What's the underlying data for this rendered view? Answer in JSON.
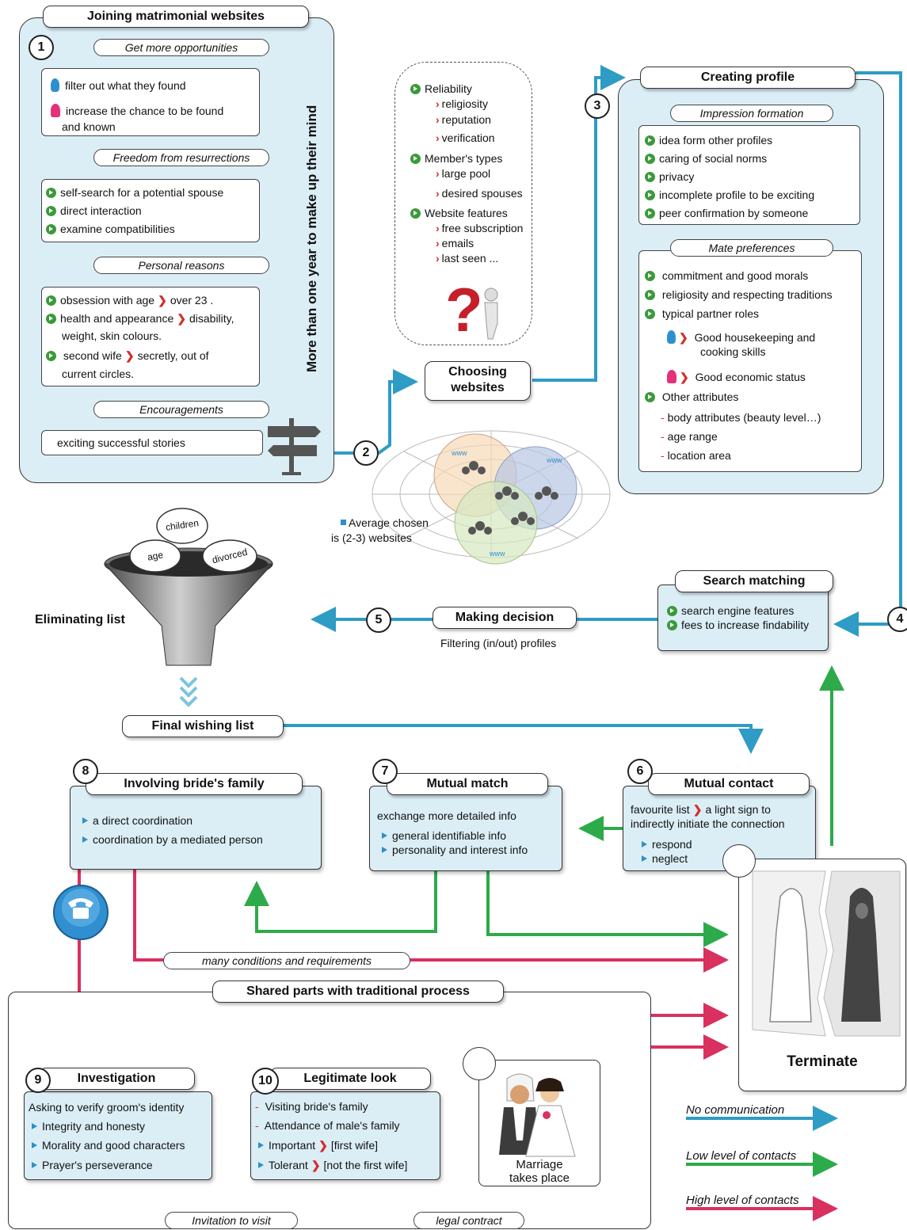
{
  "colors": {
    "no_communication": "#2e9cc4",
    "low_contacts": "#2daa4a",
    "high_contacts": "#d9305f",
    "panel_bg": "#dbeef6"
  },
  "joining": {
    "title": "Joining matrimonial websites",
    "vertical_label": "More than one year to make up their mind",
    "step": "1",
    "sec1": {
      "label": "Get more opportunities",
      "items": [
        "filter out what they found",
        "increase the chance to  be found",
        "and known"
      ]
    },
    "sec2": {
      "label": "Freedom from resurrections",
      "items": [
        "self-search for a potential spouse",
        "direct interaction",
        "examine compatibilities"
      ]
    },
    "sec3": {
      "label": "Personal reasons",
      "i1a": "obsession with age",
      "i1b": "over 23 .",
      "i2a": "health and appearance",
      "i2b": "disability,",
      "i2c": "weight, skin colours.",
      "i3a": "second wife",
      "i3b": "secretly, out of",
      "i3c": "current circles."
    },
    "sec4": {
      "label": "Encouragements",
      "item": "exciting successful stories"
    }
  },
  "criteria": {
    "reliability": "Reliability",
    "rel_items": [
      "religiosity",
      "reputation",
      "verification"
    ],
    "members": "Member's types",
    "mem_items": [
      "large pool",
      "desired spouses"
    ],
    "features": "Website features",
    "feat_items": [
      "free subscription",
      "emails",
      "last seen ..."
    ]
  },
  "choosing": {
    "line1": "Choosing",
    "line2": "websites",
    "step": "2"
  },
  "websites_note": {
    "line1": "Average chosen",
    "line2": "is (2-3) websites",
    "www": "www"
  },
  "profile": {
    "title": "Creating profile",
    "step": "3",
    "impression": {
      "label": "Impression formation",
      "items": [
        "idea form other profiles",
        "caring of social norms",
        "privacy",
        "incomplete profile to be exciting",
        "peer confirmation by someone"
      ]
    },
    "mate": {
      "label": "Mate preferences",
      "items": [
        "commitment and good morals",
        "religiosity and respecting traditions",
        "typical partner roles"
      ],
      "male_role_1": "Good housekeeping and",
      "male_role_2": "cooking skills",
      "female_role": "Good economic status",
      "other": "Other attributes",
      "other_items": [
        "body attributes (beauty level…)",
        "age range",
        "location area"
      ]
    }
  },
  "search": {
    "title": "Search matching",
    "step": "4",
    "items": [
      "search engine features",
      "fees to increase findability"
    ]
  },
  "decision": {
    "title": "Making decision",
    "step": "5",
    "sub": "Filtering (in/out) profiles"
  },
  "eliminating": {
    "label": "Eliminating list",
    "tags": [
      "children",
      "age",
      "divorced"
    ]
  },
  "final_list": {
    "title": "Final wishing list"
  },
  "contact": {
    "step": "6",
    "title": "Mutual contact",
    "l1a": "favourite list",
    "l1b": "a light sign to",
    "l2": "indirectly initiate the connection",
    "items": [
      "respond",
      "neglect"
    ]
  },
  "match": {
    "step": "7",
    "title": "Mutual match",
    "intro": "exchange more detailed info",
    "items": [
      "general identifiable info",
      "personality and interest info"
    ]
  },
  "family": {
    "step": "8",
    "title": "Involving bride's family",
    "items": [
      "a direct coordination",
      "coordination by a mediated person"
    ]
  },
  "conditions_label": "many conditions and requirements",
  "shared": {
    "title": "Shared parts with traditional process"
  },
  "investigation": {
    "step": "9",
    "title": "Investigation",
    "intro": "Asking to verify groom's identity",
    "items": [
      "Integrity and honesty",
      "Morality and good characters",
      "Prayer's perseverance"
    ]
  },
  "legitimate": {
    "step": "10",
    "title": "Legitimate look",
    "d1": "Visiting bride's family",
    "d2": "Attendance of male's family",
    "i1a": "Important",
    "i1b": "[first wife]",
    "i2a": "Tolerant",
    "i2b": "[not the first wife]"
  },
  "marriage": {
    "line1": "Marriage",
    "line2": "takes place"
  },
  "invitation_label": "Invitation to visit",
  "contract_label": "legal contract",
  "terminate": {
    "label": "Terminate"
  },
  "legend": [
    {
      "label": "No communication"
    },
    {
      "label": "Low level of contacts"
    },
    {
      "label": "High level of contacts"
    }
  ]
}
